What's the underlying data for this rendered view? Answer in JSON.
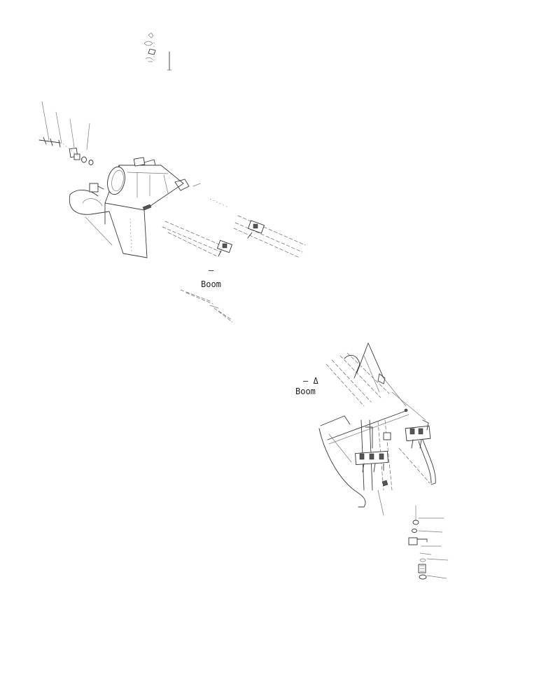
{
  "diagram": {
    "callouts": [
      {
        "id": "boom-upper",
        "marker": "–",
        "label": "Boom"
      },
      {
        "id": "boom-lower",
        "marker": "– Δ",
        "label": "Boom"
      }
    ]
  }
}
